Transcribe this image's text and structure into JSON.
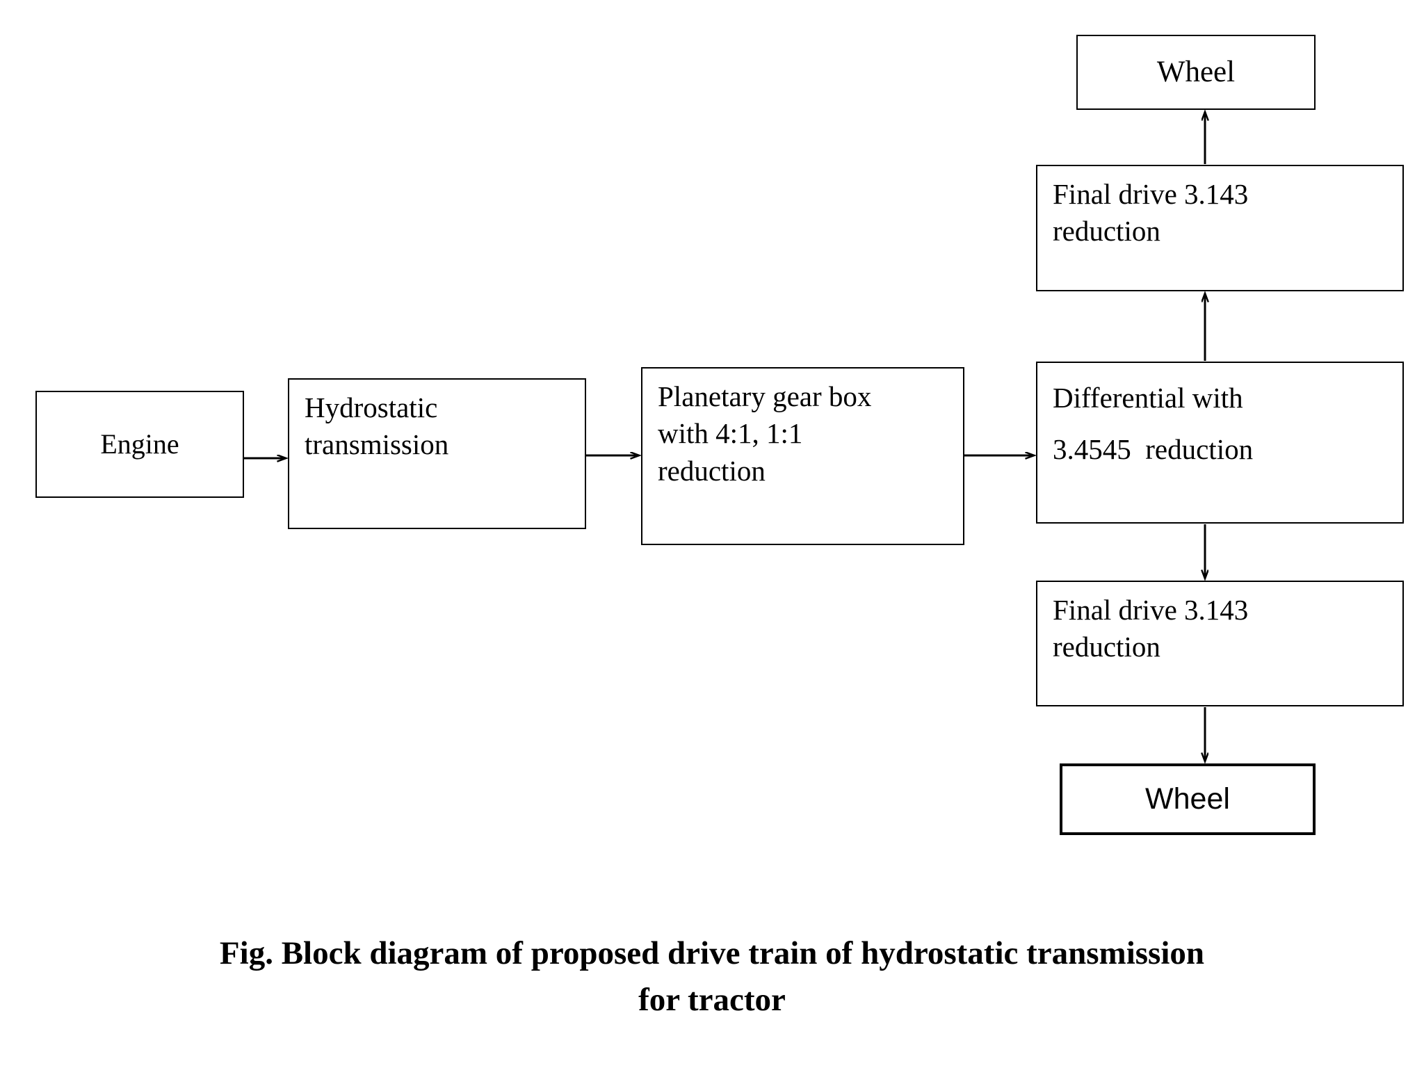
{
  "figure": {
    "background_color": "#ffffff",
    "line_color": "#000000",
    "text_color": "#000000",
    "caption_line_1": "Fig. Block diagram of proposed drive train of hydrostatic transmission",
    "caption_line_2": "for tractor"
  },
  "nodes": {
    "engine": {
      "label": "Engine"
    },
    "hydrostatic": {
      "label": "Hydrostatic\ntransmission"
    },
    "planetary": {
      "label": "Planetary gear box\nwith 4:1, 1:1\nreduction"
    },
    "differential": {
      "label": "Differential with\n3.4545  reduction"
    },
    "final_drive_top": {
      "label": "Final drive 3.143\nreduction"
    },
    "final_drive_bottom": {
      "label": "Final drive 3.143\nreduction"
    },
    "wheel_top": {
      "label": "Wheel"
    },
    "wheel_bottom": {
      "label": "Wheel"
    }
  },
  "connections": [
    {
      "name": "engine-to-hydrostatic",
      "from": "engine",
      "to": "hydrostatic",
      "direction": "right"
    },
    {
      "name": "hydrostatic-to-planetary",
      "from": "hydrostatic",
      "to": "planetary",
      "direction": "right"
    },
    {
      "name": "planetary-to-differential",
      "from": "planetary",
      "to": "differential",
      "direction": "right"
    },
    {
      "name": "differential-to-final-drive-top",
      "from": "differential",
      "to": "final_drive_top",
      "direction": "up"
    },
    {
      "name": "final-drive-top-to-wheel-top",
      "from": "final_drive_top",
      "to": "wheel_top",
      "direction": "up"
    },
    {
      "name": "differential-to-final-drive-bottom",
      "from": "differential",
      "to": "final_drive_bottom",
      "direction": "down"
    },
    {
      "name": "final-drive-bottom-to-wheel-bottom",
      "from": "final_drive_bottom",
      "to": "wheel_bottom",
      "direction": "down"
    }
  ]
}
